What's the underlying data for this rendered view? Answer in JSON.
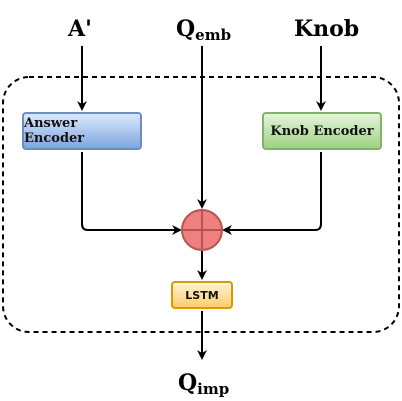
{
  "inputs": {
    "answer": "A'",
    "query_main": "Q",
    "query_sub": "emb",
    "knob": "Knob"
  },
  "encoders": {
    "answer": "Answer Encoder",
    "knob": "Knob Encoder"
  },
  "lstm": "LSTM",
  "output": {
    "main": "Q",
    "sub": "imp"
  },
  "colors": {
    "answer_fill": "#7ea6e0",
    "answer_border": "#6c8ebf",
    "knob_fill": "#9fd283",
    "knob_border": "#82b366",
    "sum_fill": "#f08080",
    "sum_border": "#b85450",
    "lstm_fill": "#ffcd6b",
    "lstm_border": "#d79b00"
  }
}
